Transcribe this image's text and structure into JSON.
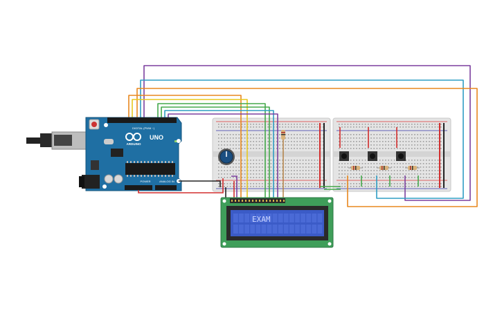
{
  "arduino": {
    "brand": "ARDUINO",
    "model": "UNO",
    "header_digital": "DIGITAL (PWM ~)",
    "header_power": "POWER",
    "header_analog": "ANALOG IN",
    "board_color": "#1f6fa3"
  },
  "lcd": {
    "text": "EXAM",
    "pcb_color": "#3f9e5a",
    "screen_color": "#3b5bc7"
  },
  "breadboards": {
    "count": 2,
    "body_color": "#e6e6e6"
  },
  "potentiometer": {
    "knob_color": "#1b4f82"
  },
  "pushbuttons": {
    "count": 3
  },
  "wires": {
    "purple": "#7b3f9e",
    "blue": "#2f9dc4",
    "orange": "#e8871e",
    "yellow": "#e8c81e",
    "green": "#43a84a",
    "red": "#d22d2d",
    "black": "#222222"
  }
}
